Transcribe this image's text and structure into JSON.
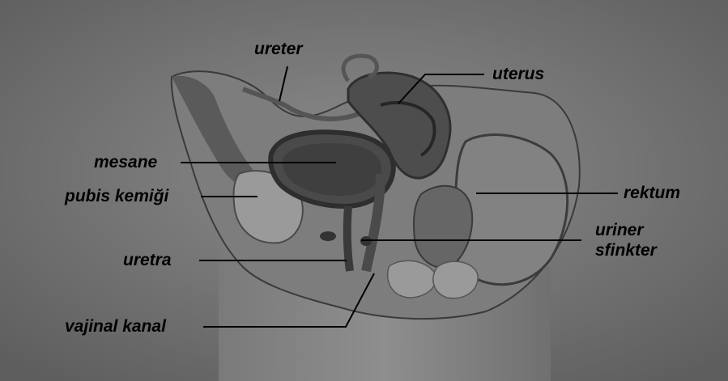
{
  "labels": {
    "ureter": "ureter",
    "uterus": "uterus",
    "mesane": "mesane",
    "pubis": "pubis kemiği",
    "rektum": "rektum",
    "uriner_line1": "uriner",
    "uriner_line2": "sfinkter",
    "uretra": "uretra",
    "vajinal": "vajinal kanal"
  },
  "colors": {
    "background": "#6f6f6f",
    "tissue_light": "#8a8a8a",
    "tissue_dark": "#4d4d4d",
    "leader_line": "#000000"
  }
}
